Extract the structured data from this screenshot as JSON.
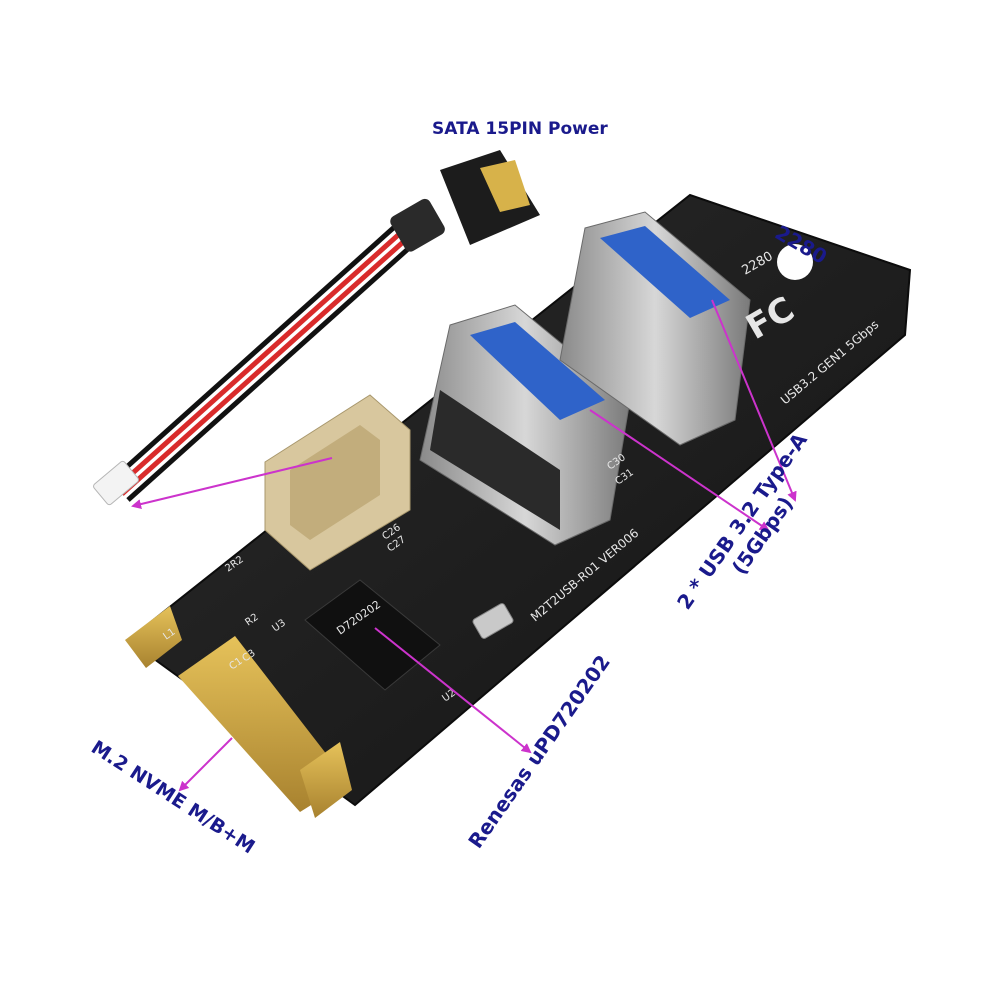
{
  "image": {
    "description": "M.2 to dual USB 3.2 Type-A adapter card with SATA 15-pin power cable",
    "colors": {
      "background": "#ffffff",
      "callout_text": "#1a1a8c",
      "arrow": "#cc33cc",
      "pcb": "#1e1e1e",
      "usb_tongue": "#2f63c9",
      "gold_fingers": "#c9a64a",
      "connector_header": "#d8c79e",
      "wire_red": "#d92b2b",
      "wire_black": "#111111"
    }
  },
  "callouts": {
    "sata_power": "SATA 15PIN Power",
    "form_factor": "2280",
    "usb_ports_line1": "2 * USB 3.2 Type-A",
    "usb_ports_line2": "(5Gbps)",
    "controller": "Renesas uPD720202",
    "interface": "M.2 NVME M/B+M"
  },
  "board_markings": {
    "size": "2280",
    "fcc": "FC",
    "spec": "USB3.2 GEN1 5Gbps",
    "model": "M2T2USB-R01 VER006",
    "chip": "D720202",
    "silkscreen_c26": "C26",
    "silkscreen_c27": "C27",
    "silkscreen_c30": "C30",
    "silkscreen_c31": "C31",
    "silkscreen_c3": "C3",
    "silkscreen_c1": "C1",
    "silkscreen_r2": "R2",
    "silkscreen_u2": "U2",
    "silkscreen_u3": "U3",
    "silkscreen_l1": "L1",
    "silkscreen_2r2": "2R2"
  }
}
